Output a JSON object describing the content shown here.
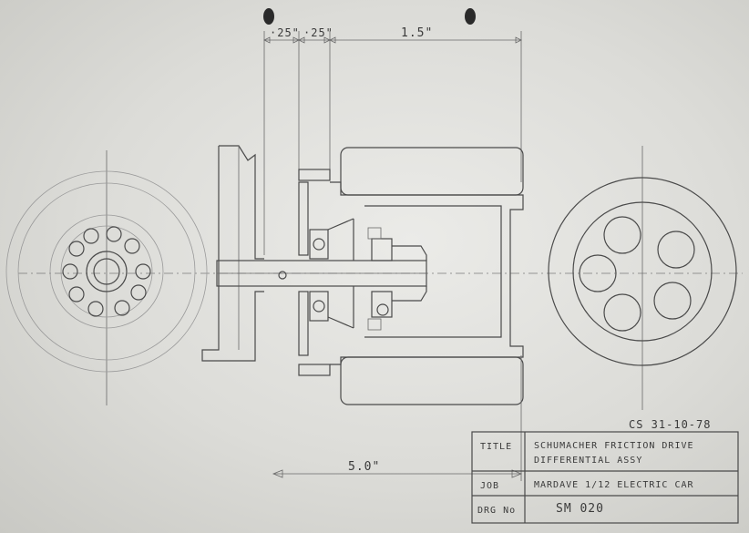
{
  "dimensions": {
    "d1": "·25\"",
    "d2": "·25\"",
    "d3": "1.5\"",
    "d4": "5.0\""
  },
  "signature": "CS 31-10-78",
  "title_block": {
    "title_label": "TITLE",
    "title_line1": "SCHUMACHER FRICTION DRIVE",
    "title_line2": "DIFFERENTIAL ASSY",
    "job_label": "JOB",
    "job_value": "MARDAVE 1/12 ELECTRIC CAR",
    "drg_label": "DRG No",
    "drg_value": "SM 020"
  }
}
